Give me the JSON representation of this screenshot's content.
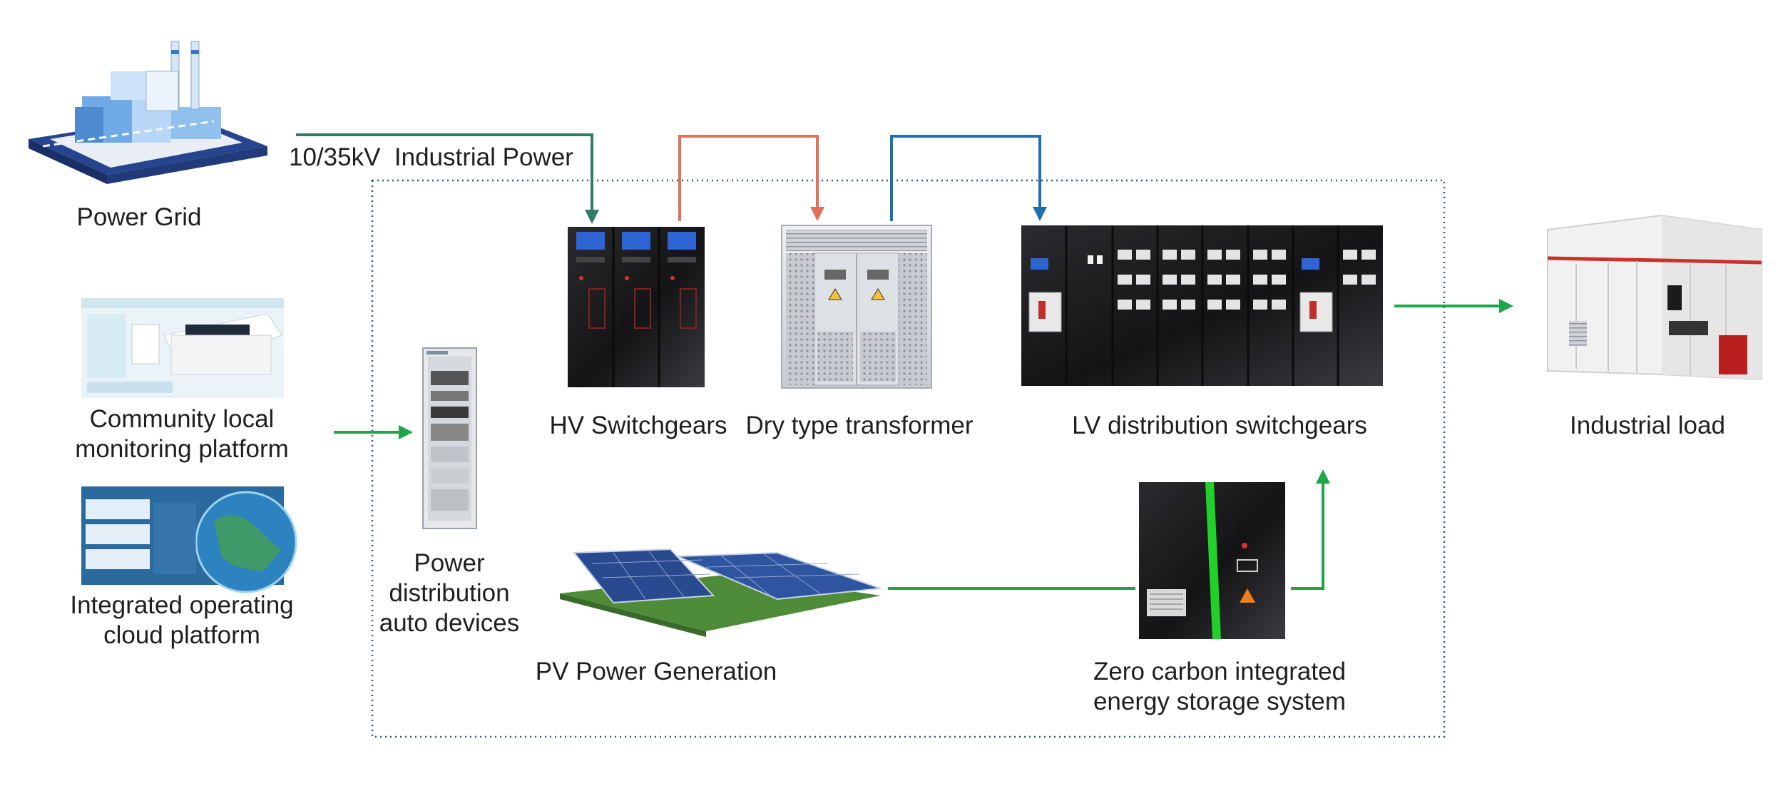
{
  "labels": {
    "power_grid": "Power Grid",
    "industrial_power": "10/35kV  Industrial Power",
    "community_line1": "Community local",
    "community_line2": "monitoring platform",
    "cloud_line1": "Integrated operating",
    "cloud_line2": "cloud platform",
    "auto_line1": "Power",
    "auto_line2": "distribution",
    "auto_line3": "auto devices",
    "hv": "HV Switchgears",
    "transformer": "Dry type transformer",
    "lv": "LV distribution switchgears",
    "industrial_load": "Industrial load",
    "pv": "PV Power Generation",
    "storage_line1": "Zero carbon integrated",
    "storage_line2": "energy storage system"
  },
  "colors": {
    "grid_line": "#2e7d6a",
    "hv_to_transformer": "#e0705a",
    "transformer_to_lv": "#1d6fb0",
    "green_flow": "#1fa64a",
    "boundary": "#2a5a70",
    "storage_accent": "#22d02a"
  }
}
